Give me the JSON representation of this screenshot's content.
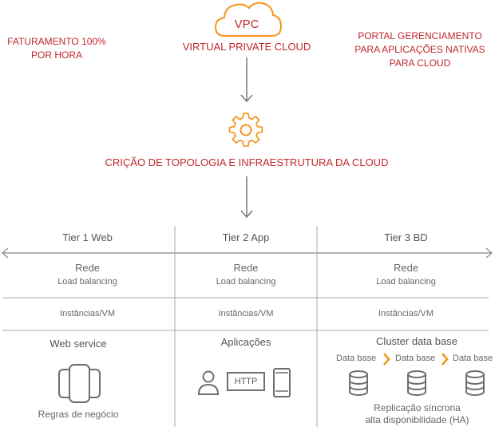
{
  "top": {
    "left_note": [
      "FATURAMENTO 100%",
      "POR HORA"
    ],
    "vpc_badge": "VPC",
    "vpc_title": "VIRTUAL PRIVATE CLOUD",
    "right_note": [
      "PORTAL GERENCIAMENTO",
      "PARA APLICAÇÕES NATIVAS",
      "PARA CLOUD"
    ],
    "topology_title": "CRIÇÃO DE TOPOLOGIA E INFRAESTRUTURA DA CLOUD"
  },
  "tiers": [
    {
      "title": "Tier 1 Web",
      "net": "Rede",
      "lb": "Load balancing",
      "inst": "Instâncias/VM",
      "section": "Web service",
      "caption": "Regras de negócio"
    },
    {
      "title": "Tier 2 App",
      "net": "Rede",
      "lb": "Load balancing",
      "inst": "Instâncias/VM",
      "section": "Aplicações",
      "http_label": "HTTP"
    },
    {
      "title": "Tier 3 BD",
      "net": "Rede",
      "lb": "Load balancing",
      "inst": "Instâncias/VM",
      "section": "Cluster data base",
      "databases": [
        "Data base",
        "Data base",
        "Data base"
      ],
      "caption": [
        "Replicação síncrona",
        "alta disponibilidade (HA)"
      ]
    }
  ],
  "colors": {
    "accent": "#f7941d",
    "brand_red": "#c0272d",
    "line": "#aaaaaa",
    "arrow": "#777777",
    "icon_gray": "#6d6e71"
  }
}
